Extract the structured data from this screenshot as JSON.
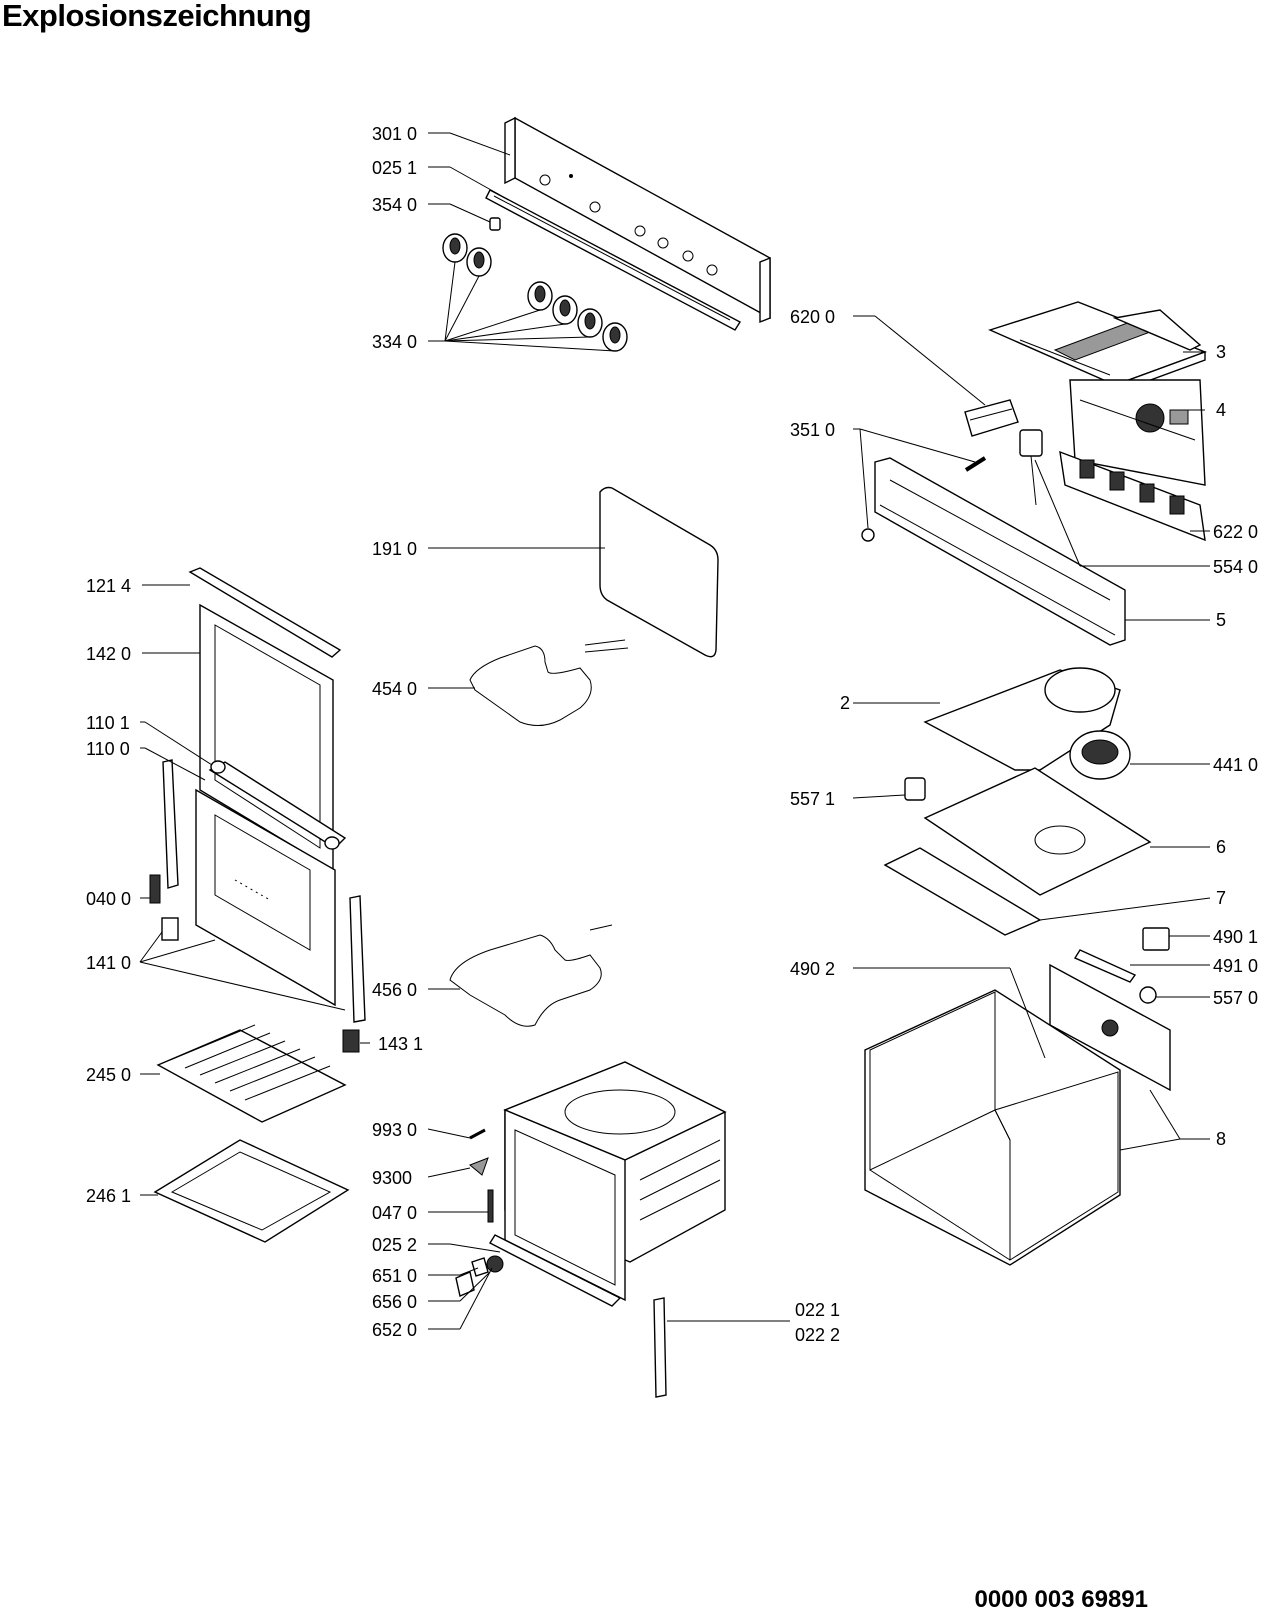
{
  "header": {
    "title": "Explosionszeichnung"
  },
  "footer": {
    "document_number": "0000 003 69891"
  },
  "callouts": [
    {
      "id": "c-3010",
      "text": "301 0"
    },
    {
      "id": "c-0251",
      "text": "025 1"
    },
    {
      "id": "c-3540",
      "text": "354 0"
    },
    {
      "id": "c-3340",
      "text": "334 0"
    },
    {
      "id": "c-6200",
      "text": "620 0"
    },
    {
      "id": "c-3",
      "text": "3"
    },
    {
      "id": "c-4",
      "text": "4"
    },
    {
      "id": "c-3510",
      "text": "351 0"
    },
    {
      "id": "c-6220",
      "text": "622 0"
    },
    {
      "id": "c-5540",
      "text": "554 0"
    },
    {
      "id": "c-5",
      "text": "5"
    },
    {
      "id": "c-1910",
      "text": "191 0"
    },
    {
      "id": "c-1214",
      "text": "121 4"
    },
    {
      "id": "c-1420",
      "text": "142 0"
    },
    {
      "id": "c-4540",
      "text": "454 0"
    },
    {
      "id": "c-2",
      "text": "2"
    },
    {
      "id": "c-1101",
      "text": "110 1"
    },
    {
      "id": "c-1100",
      "text": "110 0"
    },
    {
      "id": "c-4410",
      "text": "441 0"
    },
    {
      "id": "c-5571",
      "text": "557 1"
    },
    {
      "id": "c-6",
      "text": "6"
    },
    {
      "id": "c-0400",
      "text": "040 0"
    },
    {
      "id": "c-7",
      "text": "7"
    },
    {
      "id": "c-1410",
      "text": "141 0"
    },
    {
      "id": "c-4901",
      "text": "490 1"
    },
    {
      "id": "c-4560",
      "text": "456 0"
    },
    {
      "id": "c-4902",
      "text": "490 2"
    },
    {
      "id": "c-4910",
      "text": "491 0"
    },
    {
      "id": "c-5570",
      "text": "557 0"
    },
    {
      "id": "c-1431",
      "text": "143 1"
    },
    {
      "id": "c-2450",
      "text": "245 0"
    },
    {
      "id": "c-9930",
      "text": "993 0"
    },
    {
      "id": "c-8",
      "text": "8"
    },
    {
      "id": "c-9300",
      "text": "9300"
    },
    {
      "id": "c-2461",
      "text": "246 1"
    },
    {
      "id": "c-0470",
      "text": "047 0"
    },
    {
      "id": "c-0252",
      "text": "025 2"
    },
    {
      "id": "c-6510",
      "text": "651 0"
    },
    {
      "id": "c-6560",
      "text": "656 0"
    },
    {
      "id": "c-0221",
      "text": "022 1"
    },
    {
      "id": "c-6520",
      "text": "652 0"
    },
    {
      "id": "c-0222",
      "text": "022 2"
    }
  ]
}
